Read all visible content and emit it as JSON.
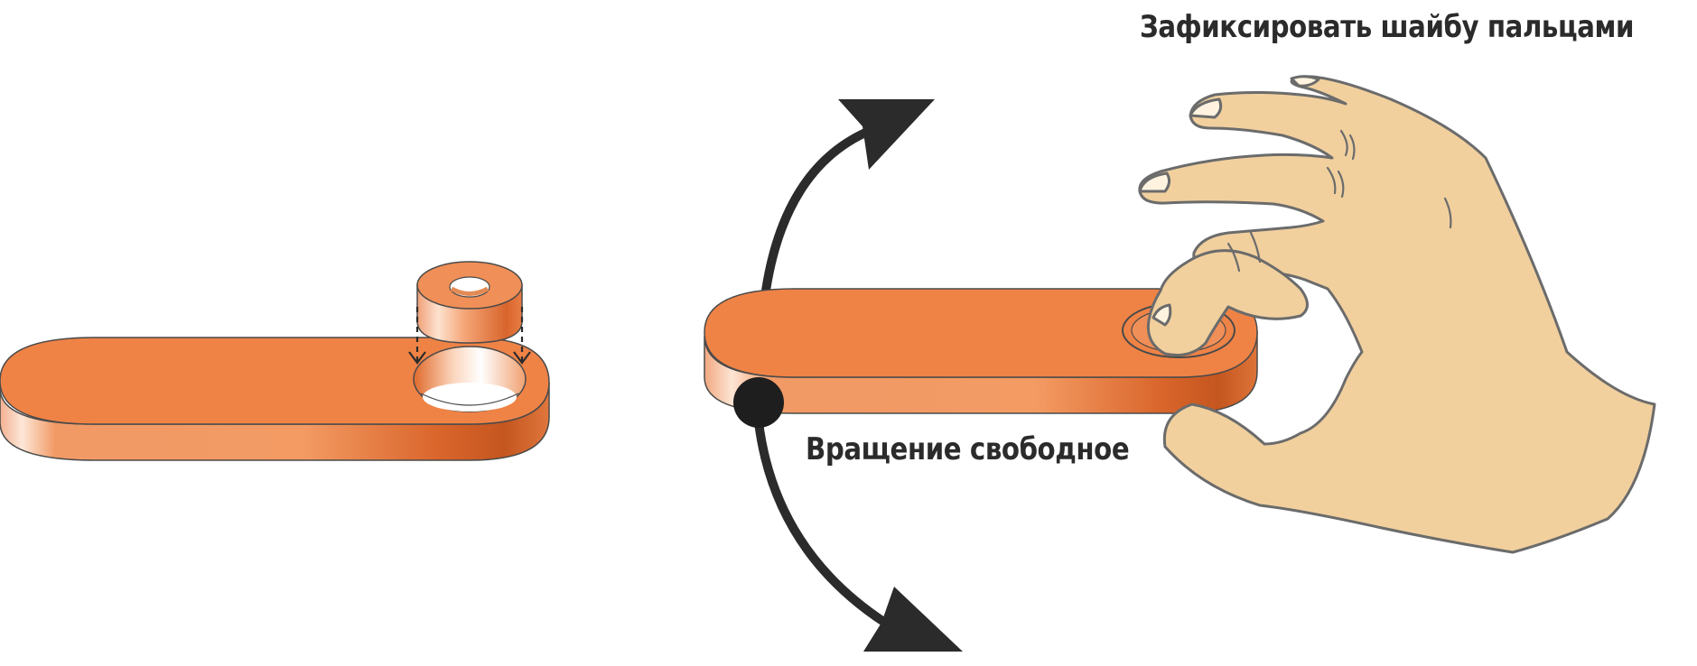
{
  "labels": {
    "fix_washer": "Зафиксировать шайбу пальцами",
    "free_rotation": "Вращение свободное"
  },
  "colors": {
    "plate_top": "#ef8346",
    "plate_side_dark": "#c65a22",
    "plate_side_light": "#f6a678",
    "washer_top": "#f08f57",
    "outline": "#4a4a4a",
    "arrow": "#2b2b2b",
    "hand_skin": "#f1d09e",
    "hand_outline": "#6b6b6b",
    "text": "#2b2b2b"
  },
  "icons": [
    "plate-with-hole",
    "washer",
    "drop-arrows",
    "rotation-arrow",
    "pivot-point",
    "hand"
  ]
}
